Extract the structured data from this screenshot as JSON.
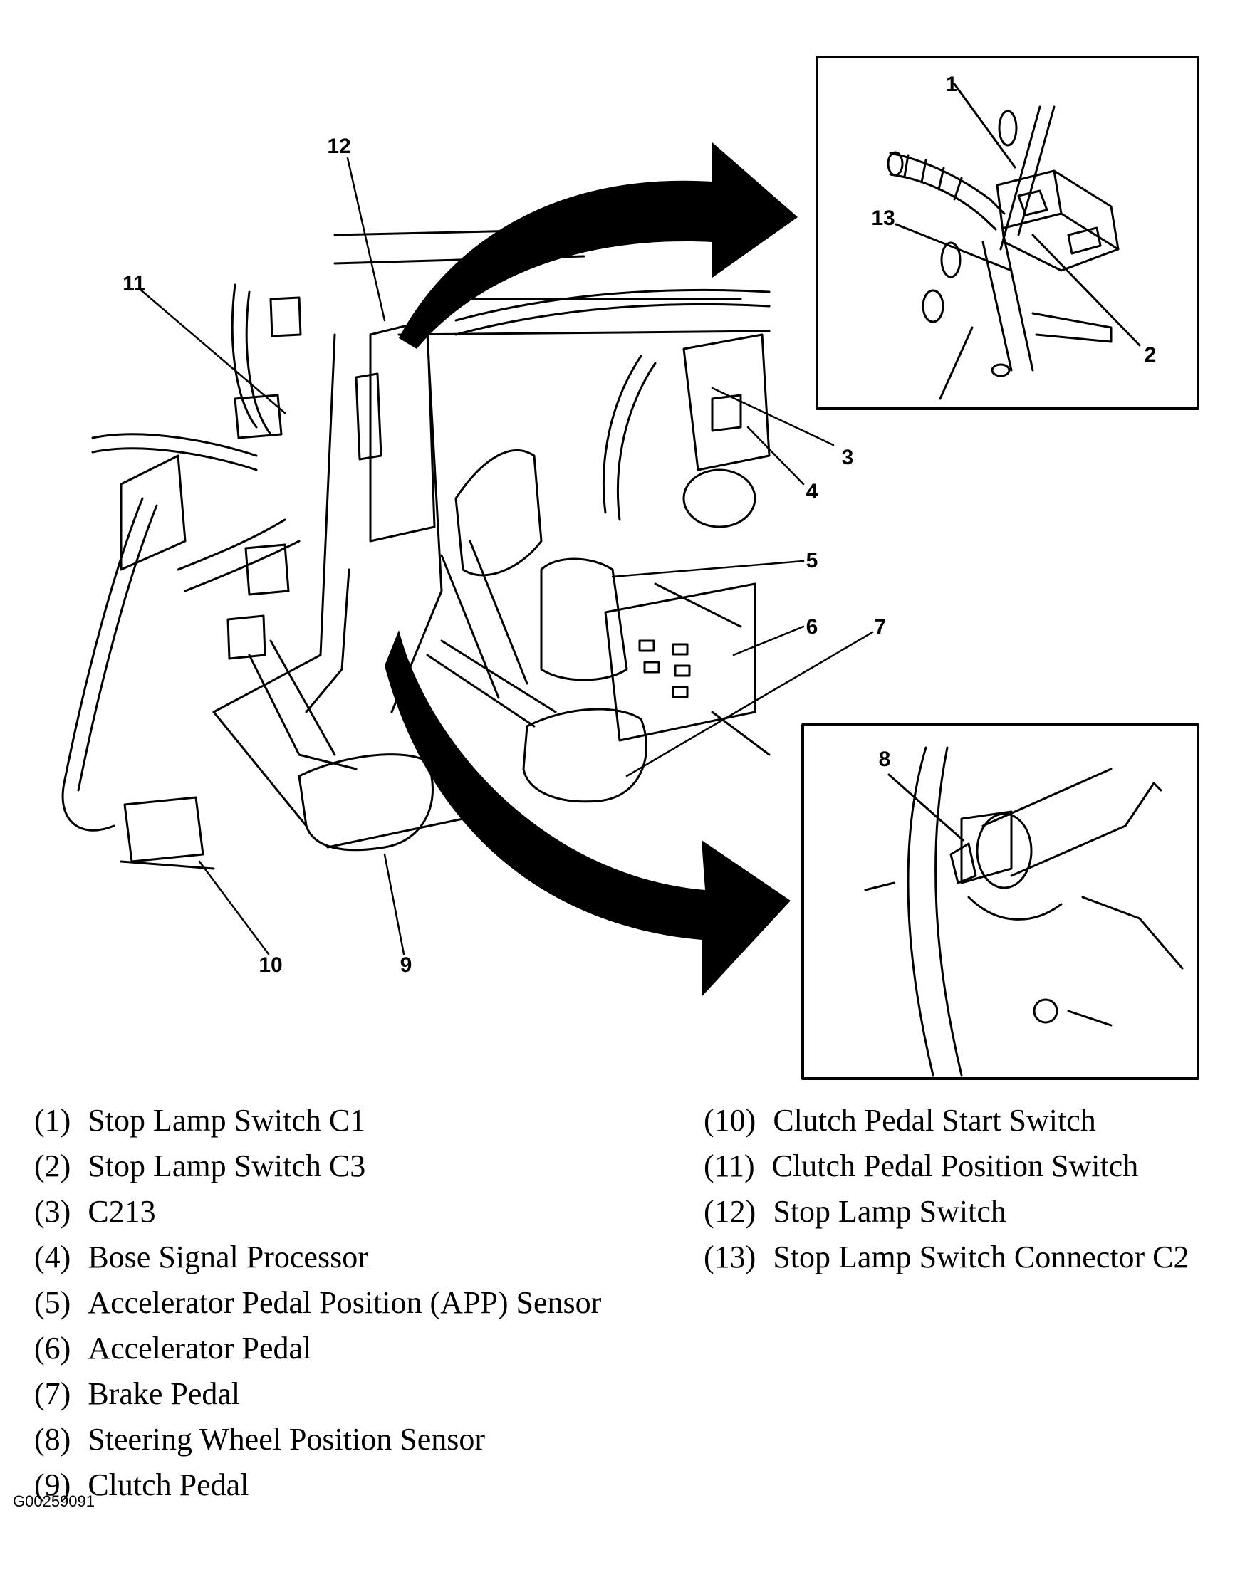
{
  "callouts": [
    "1",
    "2",
    "3",
    "4",
    "5",
    "6",
    "7",
    "8",
    "9",
    "10",
    "11",
    "12",
    "13"
  ],
  "legend_left": [
    {
      "num": "(1)",
      "label": "Stop Lamp Switch C1"
    },
    {
      "num": "(2)",
      "label": "Stop Lamp Switch C3"
    },
    {
      "num": "(3)",
      "label": "C213"
    },
    {
      "num": "(4)",
      "label": "Bose Signal Processor"
    },
    {
      "num": "(5)",
      "label": "Accelerator Pedal Position (APP) Sensor"
    },
    {
      "num": "(6)",
      "label": "Accelerator Pedal"
    },
    {
      "num": "(7)",
      "label": "Brake Pedal"
    },
    {
      "num": "(8)",
      "label": "Steering Wheel Position Sensor"
    },
    {
      "num": "(9)",
      "label": "Clutch Pedal"
    }
  ],
  "legend_right": [
    {
      "num": "(10)",
      "label": "Clutch Pedal Start Switch"
    },
    {
      "num": "(11)",
      "label": "Clutch Pedal Position Switch"
    },
    {
      "num": "(12)",
      "label": "Stop Lamp Switch"
    },
    {
      "num": "(13)",
      "label": "Stop Lamp Switch Connector C2"
    }
  ],
  "figure_id": "G00259091"
}
